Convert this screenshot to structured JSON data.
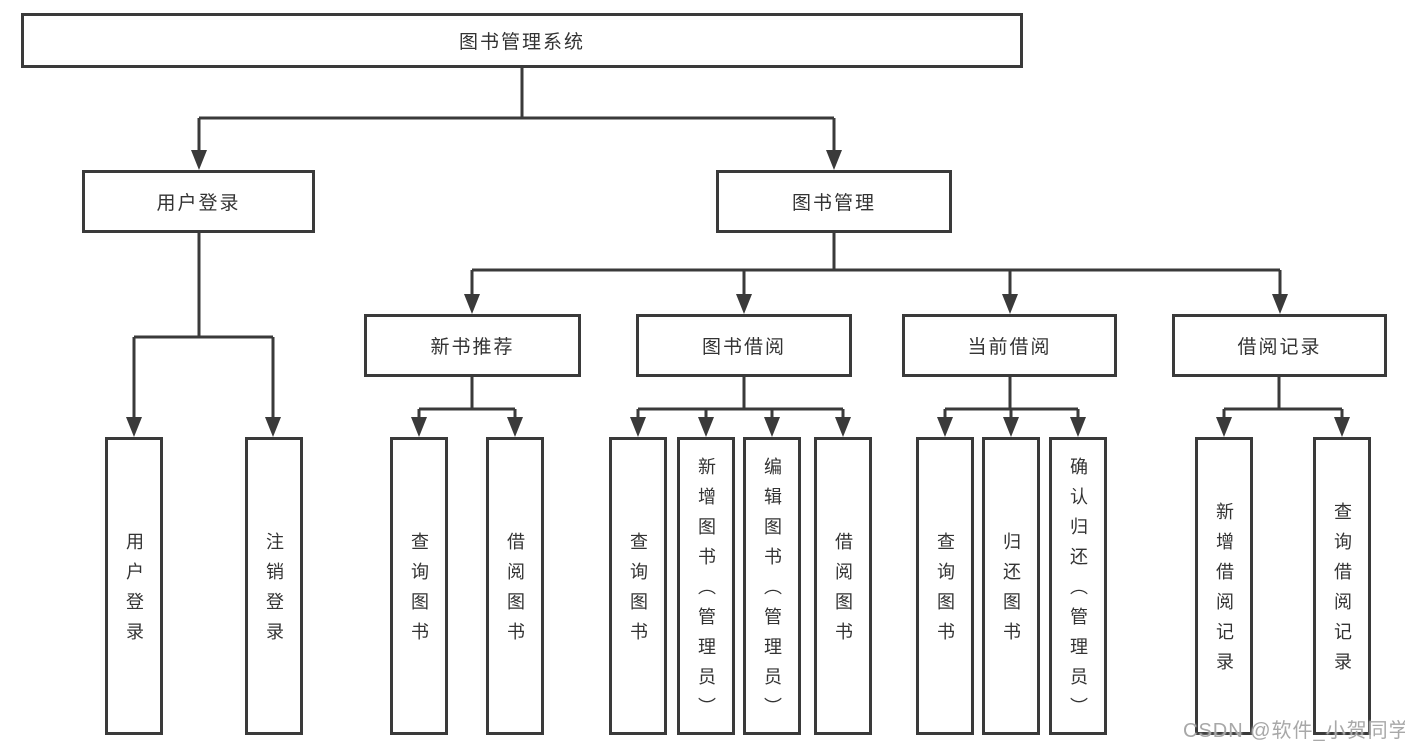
{
  "colors": {
    "line": "#3a3a3a",
    "text": "#333333",
    "watermark": "#a8a8a8",
    "background": "#ffffff"
  },
  "watermark": {
    "text": "CSDN @软件_小贺同学"
  },
  "tree": {
    "label": "图书管理系统",
    "children": [
      {
        "label": "用户登录",
        "children": [
          {
            "label": "用户登录"
          },
          {
            "label": "注销登录"
          }
        ]
      },
      {
        "label": "图书管理",
        "children": [
          {
            "label": "新书推荐",
            "children": [
              {
                "label": "查询图书"
              },
              {
                "label": "借阅图书"
              }
            ]
          },
          {
            "label": "图书借阅",
            "children": [
              {
                "label": "查询图书"
              },
              {
                "label": "新增图书（管理员）"
              },
              {
                "label": "编辑图书（管理员）"
              },
              {
                "label": "借阅图书"
              }
            ]
          },
          {
            "label": "当前借阅",
            "children": [
              {
                "label": "查询图书"
              },
              {
                "label": "归还图书"
              },
              {
                "label": "确认归还（管理员）"
              }
            ]
          },
          {
            "label": "借阅记录",
            "children": [
              {
                "label": "新增借阅记录"
              },
              {
                "label": "查询借阅记录"
              }
            ]
          }
        ]
      }
    ]
  }
}
